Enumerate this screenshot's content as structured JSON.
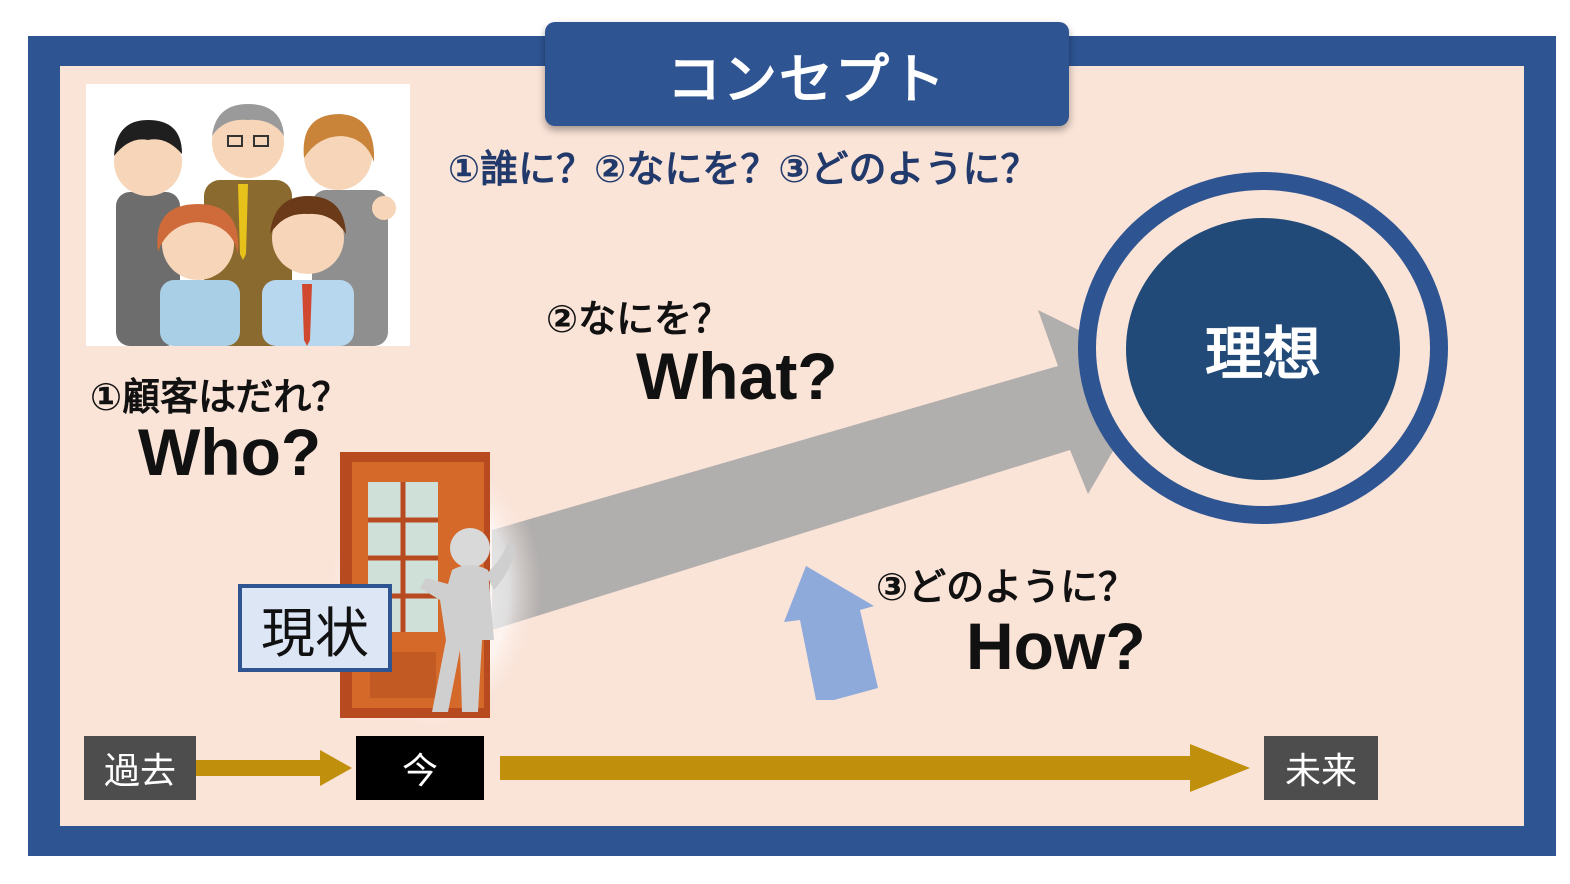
{
  "title": "コンセプト",
  "subtitle": "①誰に？②なにを？③どのように？",
  "questions": {
    "who": {
      "jp": "①顧客はだれ？",
      "en": "Who?"
    },
    "what": {
      "jp": "②なにを？",
      "en": "What?"
    },
    "how": {
      "jp": "③どのように？",
      "en": "How?"
    }
  },
  "ideal": "理想",
  "current": "現状",
  "timeline": {
    "past": "過去",
    "now": "今",
    "future": "未来"
  },
  "colors": {
    "frame": "#2e5492",
    "panel": "#fae3d7",
    "ideal_core": "#214a78",
    "timeline_arrow": "#c0900c",
    "big_arrow": "#b1aeae",
    "up_arrow": "#8eaadb"
  },
  "icons": [
    "people-illustration",
    "door-person-icon"
  ]
}
